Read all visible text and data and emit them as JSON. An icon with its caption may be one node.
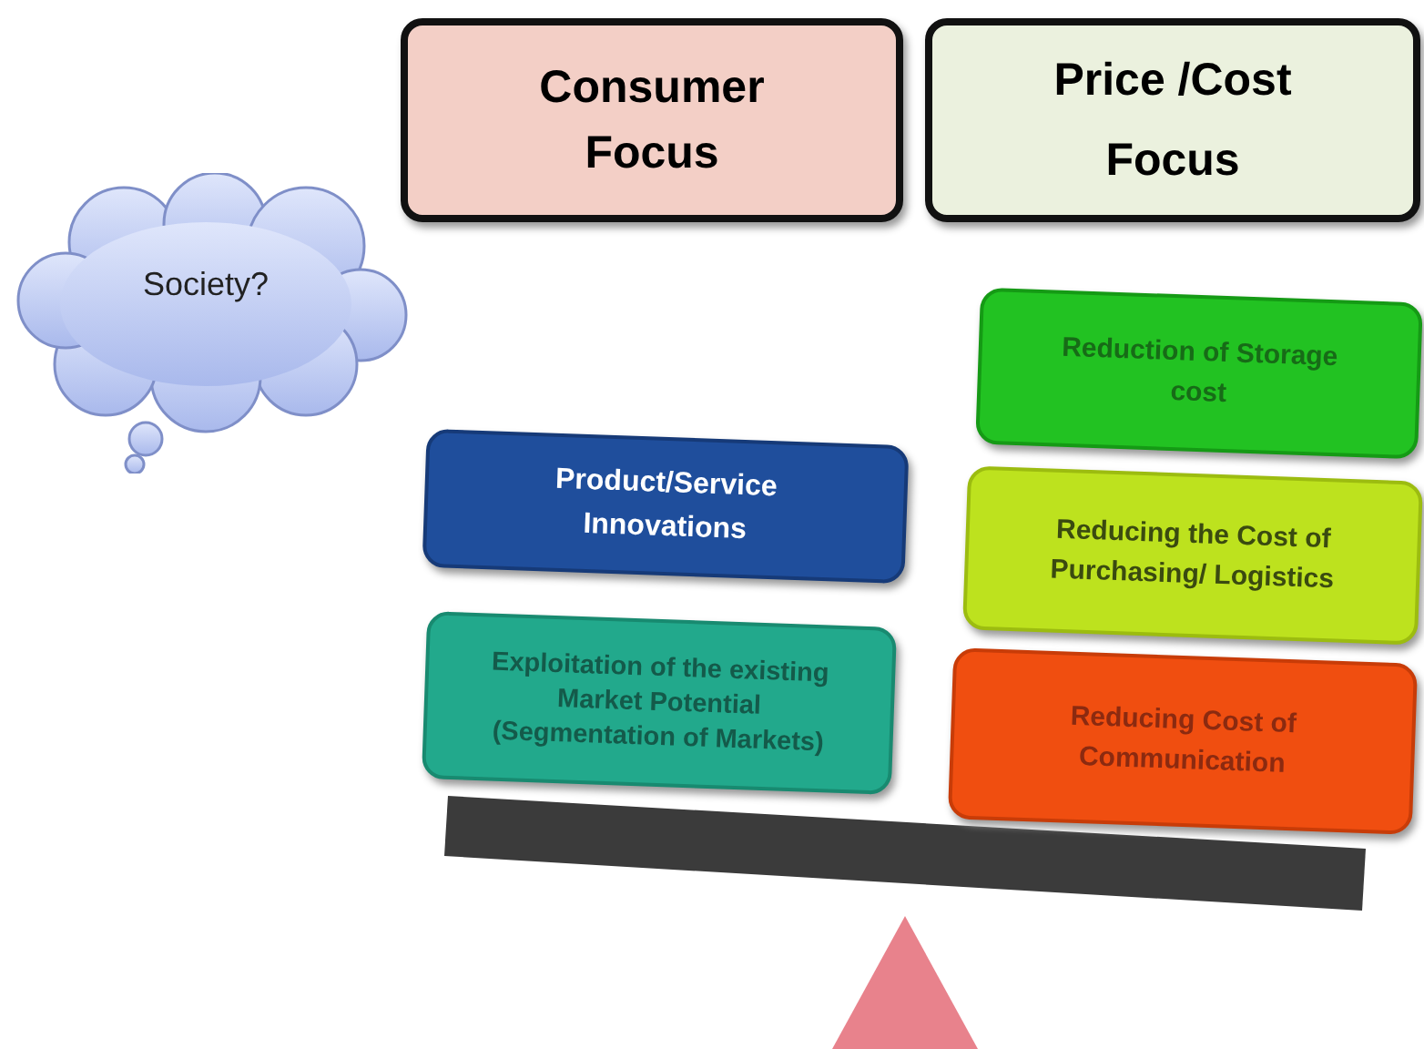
{
  "diagram": {
    "nodes": [
      {
        "text": [
          "Consumer Focus"
        ]
      },
      {
        "text": [
          "Price /Cost Focus"
        ]
      },
      {
        "text": [
          "Society?"
        ]
      },
      {
        "text": [
          "Product/Service Innovations"
        ]
      },
      {
        "text": [
          "Exploitation of the existing Market Potential (Segmentation of Markets)"
        ]
      },
      {
        "text": [
          "Reduction of Storage cost"
        ]
      },
      {
        "text": [
          "Reducing the Cost of Purchasing/ Logistics"
        ]
      },
      {
        "text": [
          "Reducing Cost of Communication"
        ]
      }
    ]
  }
}
